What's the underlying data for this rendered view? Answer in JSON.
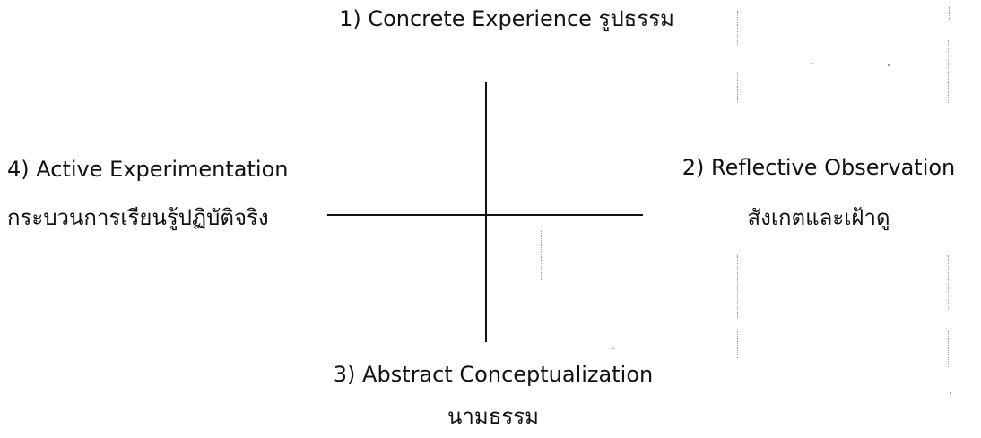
{
  "stages": {
    "top": {
      "line1": "1) Concrete Experience  รูปธรรม"
    },
    "left": {
      "line1": "4)  Active  Experimentation",
      "line2": "กระบวนการเรียนรู้ปฏิบัติจริง"
    },
    "right": {
      "line1": "2)  Reflective Observation",
      "line2": "สังเกตและเฝ้าดู"
    },
    "bottom": {
      "line1": "3)  Abstract  Conceptualization",
      "line2": "นามธรรม"
    }
  },
  "colors": {
    "line": "#111111",
    "text": "#111111",
    "scan_noise": "#9a9a9a"
  }
}
